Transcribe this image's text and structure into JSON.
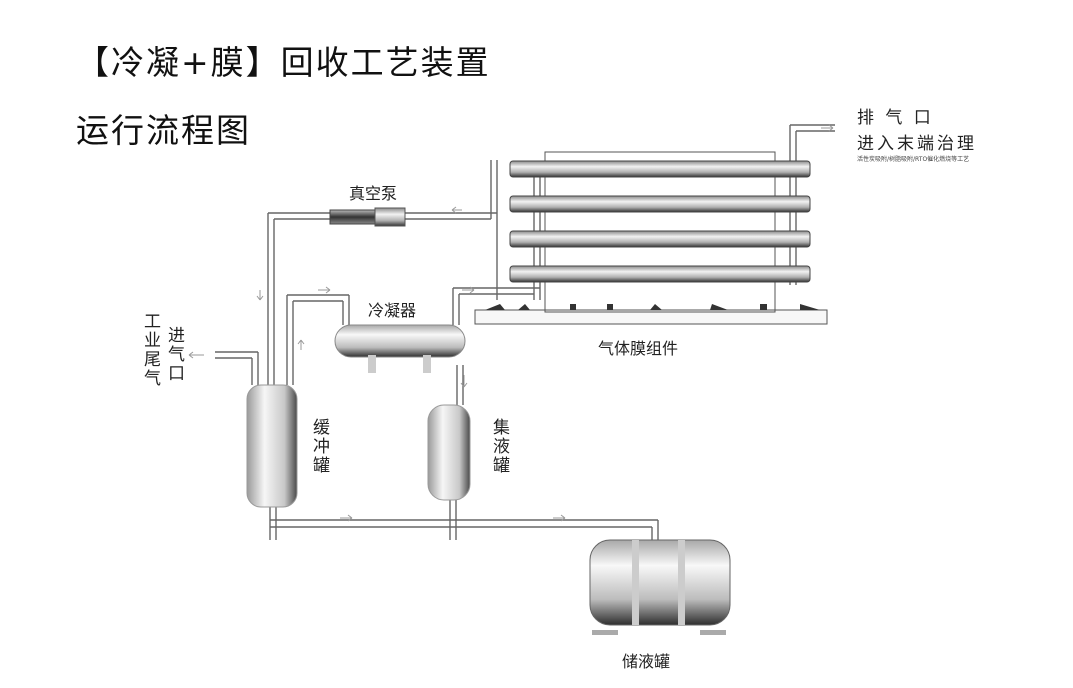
{
  "title": {
    "line1": "【冷凝+膜】回收工艺装置",
    "line2": "运行流程图"
  },
  "components": {
    "vacuum_pump": "真空泵",
    "condenser": "冷凝器",
    "membrane_module": "气体膜组件",
    "buffer_tank": "缓冲罐",
    "liquid_collector": "集液罐",
    "storage_tank": "储液罐"
  },
  "inlet": {
    "source": "工业尾气",
    "port": "进气口"
  },
  "outlet": {
    "port": "排 气 口",
    "destination": "进入末端治理",
    "note": "活性炭吸附/树脂吸附/RTO催化燃烧等工艺"
  },
  "colors": {
    "pipe": "#d9d9d9",
    "pipe_edge": "#555555",
    "vessel_light": "#f4f4f4",
    "vessel_dark": "#6a6a6a",
    "arrow": "#999999"
  }
}
